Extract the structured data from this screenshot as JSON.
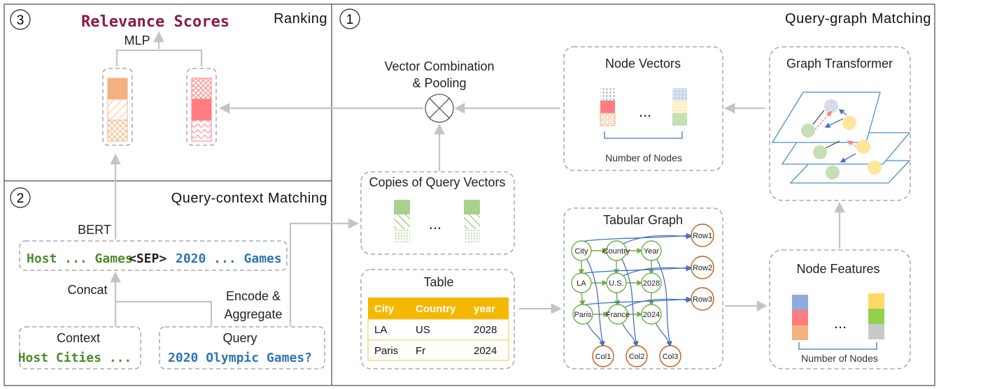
{
  "panels": {
    "ranking": {
      "num": "3",
      "title": "Ranking"
    },
    "query_graph": {
      "num": "1",
      "title": "Query-graph  Matching"
    },
    "query_context": {
      "num": "2",
      "title": "Query-context  Matching"
    }
  },
  "ranking": {
    "relevance": "Relevance Scores",
    "mlp": "MLP"
  },
  "query_context": {
    "bert": "BERT",
    "seq_host": "Host ... Games",
    "seq_sep": "<SEP>",
    "seq_query": "2020 ... Games",
    "concat": "Concat",
    "encode_1": "Encode &",
    "encode_2": "Aggregate",
    "context_title": "Context",
    "context_value": "Host Cities ...",
    "query_title": "Query",
    "query_value": "2020 Olympic Games?"
  },
  "query_graph": {
    "combo_1": "Vector Combination",
    "combo_2": "& Pooling",
    "node_vectors": "Node Vectors",
    "node_vectors_dots": "...",
    "number_of_nodes_top": "Number of Nodes",
    "graph_transformer": "Graph Transformer",
    "copies_title": "Copies of Query Vectors",
    "copies_dots": "...",
    "tabular_graph": "Tabular Graph",
    "node_features": "Node Features",
    "node_features_dots": "...",
    "number_of_nodes_bottom": "Number of Nodes",
    "table_title": "Table",
    "table": {
      "header": [
        "City",
        "Country",
        "year"
      ],
      "rows": [
        [
          "LA",
          "US",
          "2028"
        ],
        [
          "Paris",
          "Fr",
          "2024"
        ]
      ]
    },
    "graph_nodes": {
      "cells": [
        "City",
        "Country",
        "Year",
        "LA",
        "U.S.",
        "2028",
        "Paris",
        "France",
        "2024"
      ],
      "rows": [
        "Row1",
        "Row2",
        "Row3"
      ],
      "cols": [
        "Col1",
        "Col2",
        "Col3"
      ]
    }
  },
  "colors": {
    "relevance": "#8b1a4a",
    "green_text": "#4f8a2a",
    "blue_text": "#2e75b6",
    "orange": "#f4b183",
    "red": "#ff7c80",
    "green_bar": "#a9d18e",
    "blue_bar": "#8faadc",
    "table_header": "#f5b800",
    "node_green": "#70ad47",
    "node_orange": "#c55a11",
    "edge_blue": "#4472c4"
  }
}
